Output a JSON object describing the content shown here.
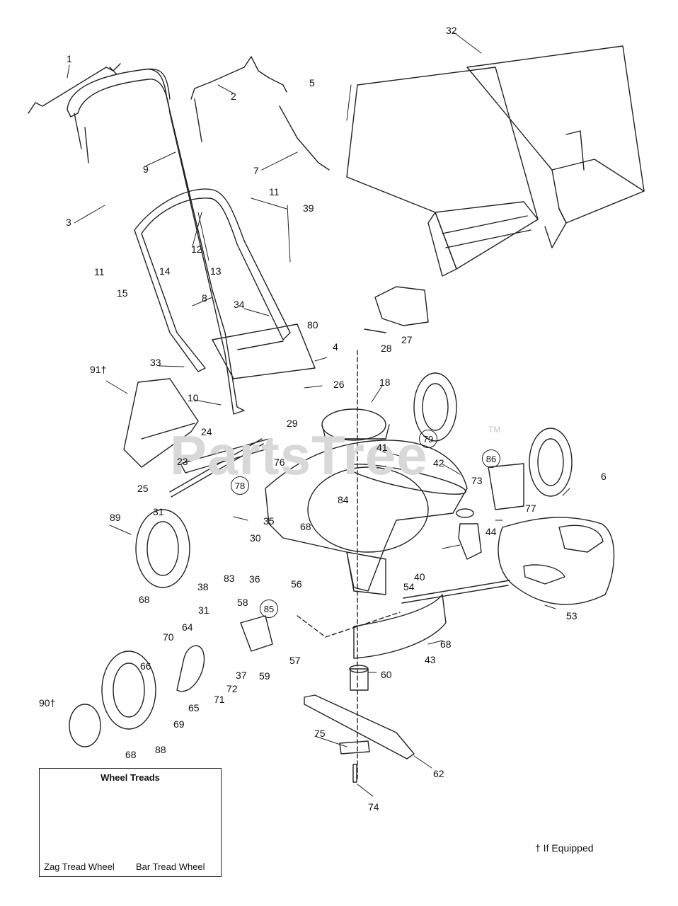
{
  "watermark": {
    "text": "PartsTree",
    "tm": "TM"
  },
  "labels": [
    {
      "id": "1",
      "text": "1"
    },
    {
      "id": "2",
      "text": "2"
    },
    {
      "id": "3",
      "text": "3"
    },
    {
      "id": "4",
      "text": "4"
    },
    {
      "id": "5",
      "text": "5"
    },
    {
      "id": "6",
      "text": "6"
    },
    {
      "id": "7",
      "text": "7"
    },
    {
      "id": "8",
      "text": "8"
    },
    {
      "id": "9",
      "text": "9"
    },
    {
      "id": "10",
      "text": "10"
    },
    {
      "id": "11a",
      "text": "11"
    },
    {
      "id": "11b",
      "text": "11"
    },
    {
      "id": "12",
      "text": "12"
    },
    {
      "id": "13",
      "text": "13"
    },
    {
      "id": "14",
      "text": "14"
    },
    {
      "id": "15",
      "text": "15"
    },
    {
      "id": "18",
      "text": "18"
    },
    {
      "id": "23",
      "text": "23"
    },
    {
      "id": "24",
      "text": "24"
    },
    {
      "id": "25",
      "text": "25"
    },
    {
      "id": "26",
      "text": "26"
    },
    {
      "id": "27",
      "text": "27"
    },
    {
      "id": "28",
      "text": "28"
    },
    {
      "id": "29",
      "text": "29"
    },
    {
      "id": "30",
      "text": "30"
    },
    {
      "id": "31a",
      "text": "31"
    },
    {
      "id": "31b",
      "text": "31"
    },
    {
      "id": "32",
      "text": "32"
    },
    {
      "id": "33",
      "text": "33"
    },
    {
      "id": "34",
      "text": "34"
    },
    {
      "id": "35",
      "text": "35"
    },
    {
      "id": "36",
      "text": "36"
    },
    {
      "id": "37",
      "text": "37"
    },
    {
      "id": "38",
      "text": "38"
    },
    {
      "id": "39",
      "text": "39"
    },
    {
      "id": "40",
      "text": "40"
    },
    {
      "id": "41",
      "text": "41"
    },
    {
      "id": "42",
      "text": "42"
    },
    {
      "id": "43",
      "text": "43"
    },
    {
      "id": "44",
      "text": "44"
    },
    {
      "id": "53",
      "text": "53"
    },
    {
      "id": "54",
      "text": "54"
    },
    {
      "id": "56",
      "text": "56"
    },
    {
      "id": "57",
      "text": "57"
    },
    {
      "id": "58",
      "text": "58"
    },
    {
      "id": "59",
      "text": "59"
    },
    {
      "id": "60",
      "text": "60"
    },
    {
      "id": "62",
      "text": "62"
    },
    {
      "id": "64",
      "text": "64"
    },
    {
      "id": "65",
      "text": "65"
    },
    {
      "id": "66",
      "text": "66"
    },
    {
      "id": "68a",
      "text": "68"
    },
    {
      "id": "68b",
      "text": "68"
    },
    {
      "id": "68c",
      "text": "68"
    },
    {
      "id": "68d",
      "text": "68"
    },
    {
      "id": "69",
      "text": "69"
    },
    {
      "id": "70",
      "text": "70"
    },
    {
      "id": "71",
      "text": "71"
    },
    {
      "id": "72",
      "text": "72"
    },
    {
      "id": "73",
      "text": "73"
    },
    {
      "id": "74",
      "text": "74"
    },
    {
      "id": "75",
      "text": "75"
    },
    {
      "id": "76",
      "text": "76"
    },
    {
      "id": "77",
      "text": "77"
    },
    {
      "id": "78",
      "text": "78"
    },
    {
      "id": "79",
      "text": "79"
    },
    {
      "id": "80",
      "text": "80"
    },
    {
      "id": "83",
      "text": "83"
    },
    {
      "id": "84",
      "text": "84"
    },
    {
      "id": "85",
      "text": "85"
    },
    {
      "id": "86",
      "text": "86"
    },
    {
      "id": "88",
      "text": "88"
    },
    {
      "id": "89",
      "text": "89"
    },
    {
      "id": "90",
      "text": "90†"
    },
    {
      "id": "91",
      "text": "91†"
    }
  ],
  "wheel_treads": {
    "title": "Wheel Treads",
    "zag": "Zag Tread Wheel",
    "bar": "Bar Tread Wheel"
  },
  "footnote": "† If Equipped"
}
